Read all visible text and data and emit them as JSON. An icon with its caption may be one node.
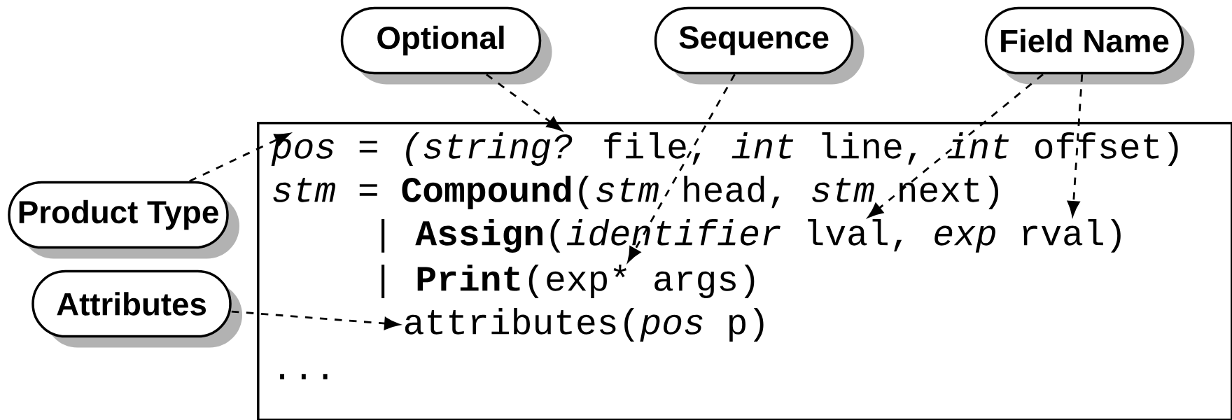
{
  "diagram": {
    "nodes": [
      {
        "text": [
          "Optional"
        ]
      },
      {
        "text": [
          "Sequence"
        ]
      },
      {
        "text": [
          "Field Name"
        ]
      },
      {
        "text": [
          "Product Type"
        ]
      },
      {
        "text": [
          "Attributes"
        ]
      },
      {
        "text": [],
        "shape": "box"
      },
      {
        "text": [
          "*pos = (string?* file, *int* line, *int* offset)"
        ],
        "in": 5
      },
      {
        "text": [
          "*stm* = **Compound**(*stm* head, *stm* next)"
        ],
        "in": 5
      },
      {
        "text": [
          "| **Assign**(*identifier* lval, *exp* rval)"
        ],
        "in": 5
      },
      {
        "text": [
          "| **Print**(exp* args)"
        ],
        "in": 5
      },
      {
        "text": [
          "attributes(*pos* p)"
        ],
        "in": 5
      },
      {
        "text": [
          "..."
        ],
        "in": 5
      }
    ],
    "edges": [
      {
        "from": 0,
        "to": 6,
        "arrow": "to",
        "style": "dashed"
      },
      {
        "from": 1,
        "to": 9,
        "arrow": "to",
        "style": "dashed"
      },
      {
        "from": 2,
        "to": 8,
        "arrow": "to",
        "style": "dashed"
      },
      {
        "from": 2,
        "to": 8,
        "arrow": "to",
        "style": "dashed"
      },
      {
        "from": 3,
        "to": 6,
        "arrow": "to",
        "style": "dashed"
      },
      {
        "from": 4,
        "to": 10,
        "arrow": "to",
        "style": "dashed"
      }
    ]
  }
}
